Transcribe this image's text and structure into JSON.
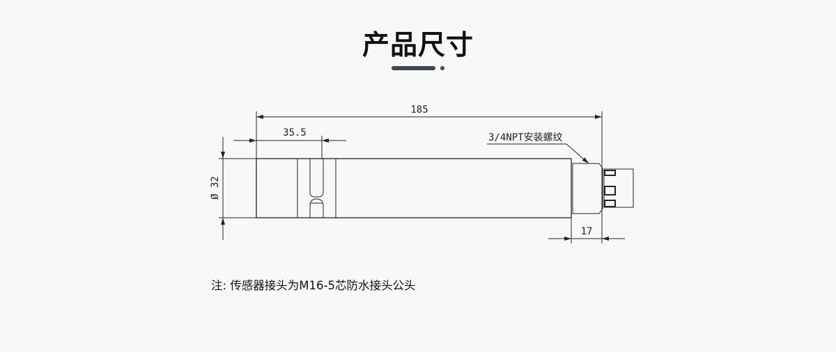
{
  "title": "产品尺寸",
  "drawing": {
    "dim_total_length": "185",
    "dim_slot_position": "35.5",
    "dim_diameter": "Ø 32",
    "dim_fitting_length": "17",
    "thread_label": "3/4NPT安装螺纹"
  },
  "note": "注: 传感器接头为M16-5芯防水接头公头",
  "colors": {
    "accent": "#3d4654",
    "line": "#222222"
  }
}
